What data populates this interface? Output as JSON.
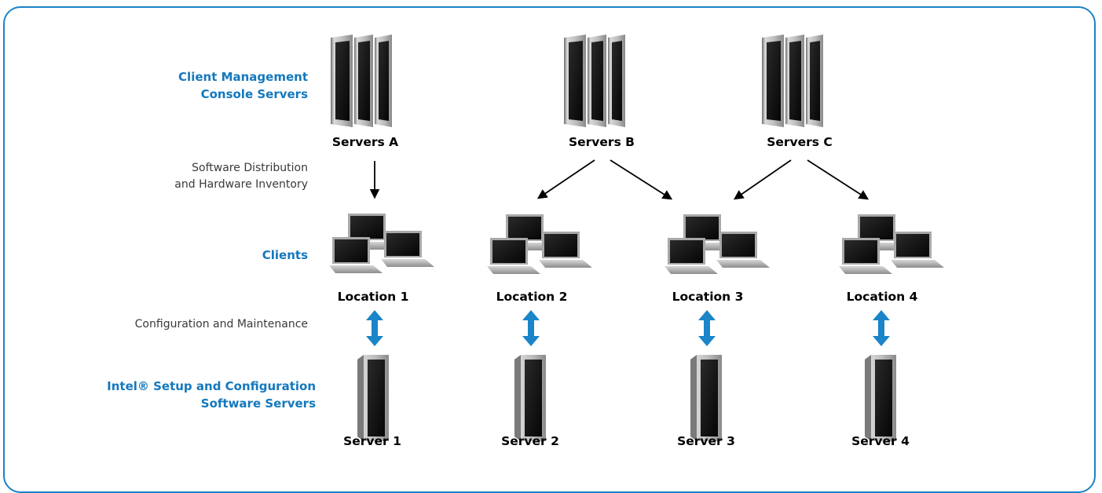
{
  "row_labels": {
    "console_line1": "Client Management",
    "console_line2": "Console Servers",
    "software_line1": "Software Distribution",
    "software_line2": "and Hardware Inventory",
    "clients": "Clients",
    "config": "Configuration and Maintenance",
    "intel_line1": "Intel® Setup and Configuration",
    "intel_line2": "Software Servers"
  },
  "console_servers": [
    "Servers A",
    "Servers B",
    "Servers C"
  ],
  "locations": [
    "Location 1",
    "Location 2",
    "Location 3",
    "Location 4"
  ],
  "setup_servers": [
    "Server 1",
    "Server 2",
    "Server 3",
    "Server 4"
  ],
  "colors": {
    "accent": "#1478bd",
    "border": "#1a83c6",
    "arrow_black": "#000000",
    "arrow_blue": "#1a85c8"
  },
  "icons": {
    "console_server": "server-rack-icon",
    "client": "laptop-group-icon",
    "setup_server": "tower-server-icon"
  }
}
